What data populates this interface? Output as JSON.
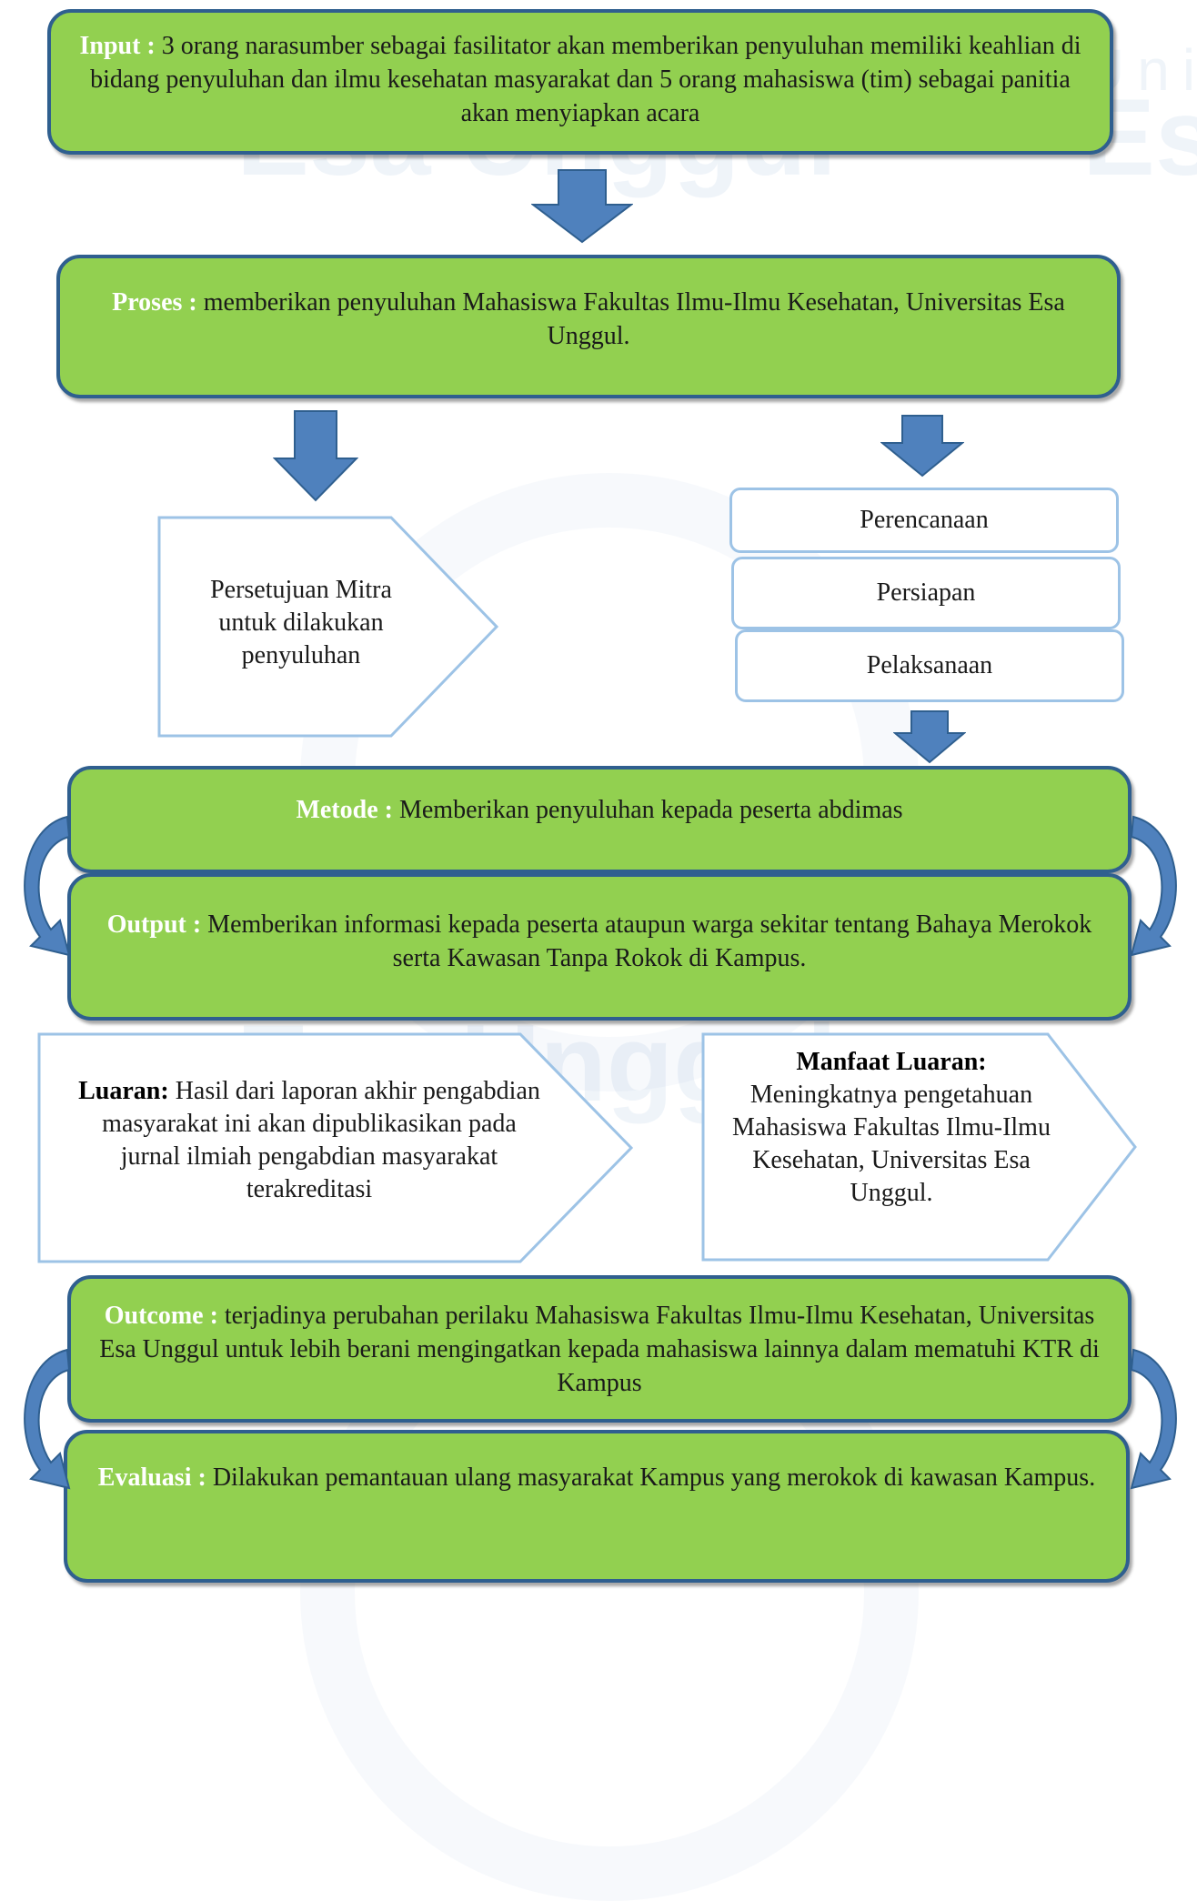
{
  "input": {
    "label": "Input :",
    "text": " 3 orang narasumber sebagai fasilitator akan memberikan penyuluhan memiliki keahlian di bidang penyuluhan dan ilmu kesehatan masyarakat dan 5 orang mahasiswa (tim) sebagai panitia akan menyiapkan acara"
  },
  "proses": {
    "label": "Proses :",
    "text": " memberikan penyuluhan Mahasiswa Fakultas Ilmu-Ilmu Kesehatan, Universitas Esa Unggul."
  },
  "persetujuan": {
    "lines": [
      "Persetujuan Mitra",
      "untuk dilakukan",
      "penyuluhan"
    ]
  },
  "steps": [
    "Perencanaan",
    "Persiapan",
    "Pelaksanaan"
  ],
  "metode": {
    "label": "Metode :",
    "text": " Memberikan penyuluhan kepada peserta abdimas"
  },
  "output": {
    "label": "Output :",
    "text": " Memberikan informasi kepada peserta ataupun warga sekitar tentang Bahaya Merokok serta Kawasan Tanpa Rokok di Kampus."
  },
  "luaran": {
    "label": "Luaran:",
    "text": " Hasil dari laporan akhir pengabdian masyarakat ini akan dipublikasikan pada jurnal ilmiah pengabdian masyarakat terakreditasi"
  },
  "manfaat": {
    "label": "Manfaat Luaran:",
    "text": "Meningkatnya pengetahuan Mahasiswa Fakultas Ilmu-Ilmu Kesehatan, Universitas Esa Unggul."
  },
  "outcome": {
    "label": "Outcome :",
    "text": " terjadinya perubahan perilaku Mahasiswa Fakultas Ilmu-Ilmu Kesehatan, Universitas Esa Unggul untuk lebih berani mengingatkan kepada mahasiswa lainnya dalam mematuhi KTR di Kampus"
  },
  "evaluasi": {
    "label": "Evaluasi :",
    "text": " Dilakukan pemantauan ulang masyarakat Kampus yang merokok di kawasan Kampus."
  },
  "watermark": {
    "line1": "Universitas",
    "line2": "Esa Unggul"
  },
  "colors": {
    "box_fill": "#92d050",
    "box_border": "#2f5f8f",
    "arrow_fill": "#4f81bd",
    "step_border": "#9dc3e6"
  }
}
